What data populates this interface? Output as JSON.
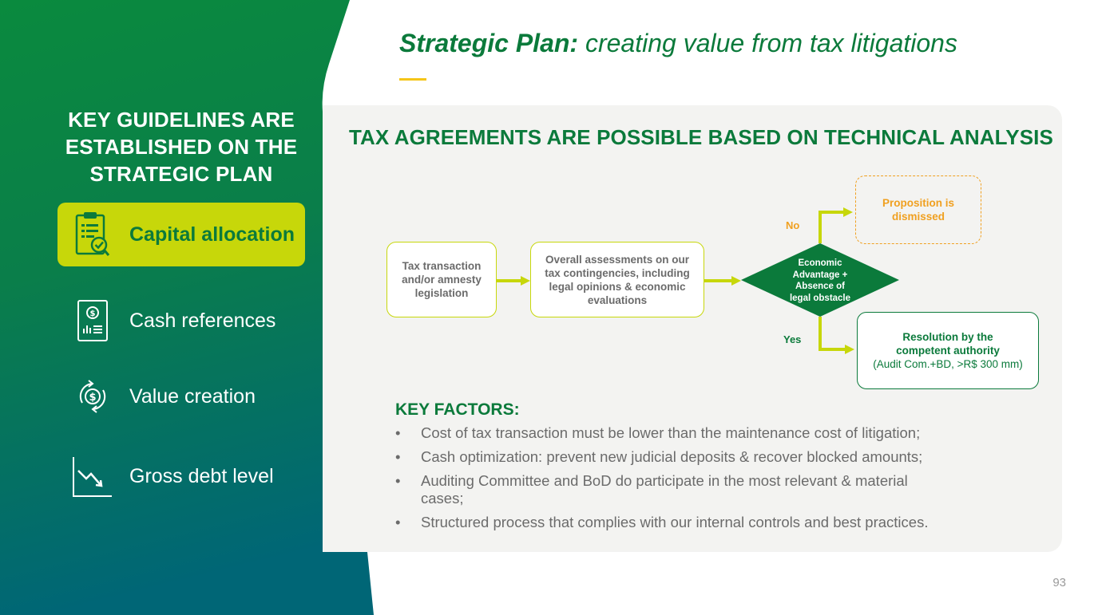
{
  "title": {
    "bold": "Strategic Plan:",
    "rest": "creating value from tax litigations"
  },
  "left": {
    "headline": "KEY GUIDELINES ARE ESTABLISHED  ON THE STRATEGIC PLAN",
    "items": [
      {
        "label": "Capital allocation",
        "icon": "clipboard-check-icon",
        "active": true
      },
      {
        "label": "Cash references",
        "icon": "cash-report-icon",
        "active": false
      },
      {
        "label": "Value creation",
        "icon": "dollar-cycle-icon",
        "active": false
      },
      {
        "label": "Gross debt level",
        "icon": "downtrend-chart-icon",
        "active": false
      }
    ]
  },
  "card": {
    "title": "TAX AGREEMENTS ARE POSSIBLE BASED ON TECHNICAL ANALYSIS",
    "flow": {
      "step1": "Tax transaction and/or amnesty legislation",
      "step2": "Overall assessments on our tax contingencies, including legal opinions & economic evaluations",
      "decision_lines": [
        "Economic",
        "Advantage +",
        "Absence of",
        "legal obstacle"
      ],
      "no_label": "No",
      "yes_label": "Yes",
      "no_outcome": "Proposition is dismissed",
      "yes_outcome_lines": [
        "Resolution by the",
        "competent authority"
      ],
      "yes_outcome_note": "(Audit Com.+BD,  >R$ 300 mm)"
    },
    "key_factors_title": "KEY FACTORS:",
    "key_factors": [
      "Cost of tax transaction must be lower than the maintenance cost of litigation;",
      "Cash optimization: prevent new judicial deposits & recover blocked amounts;",
      "Auditing Committee and BoD do participate in the most relevant & material cases;",
      "Structured process that complies with our internal controls and best practices."
    ]
  },
  "page_number": "93",
  "colors": {
    "dark_green": "#0b7a3b",
    "lime": "#c7d70a",
    "teal": "#006a78",
    "orange": "#f0a020",
    "yellow_accent": "#f5c518",
    "text_gray": "#6b6b6b"
  }
}
